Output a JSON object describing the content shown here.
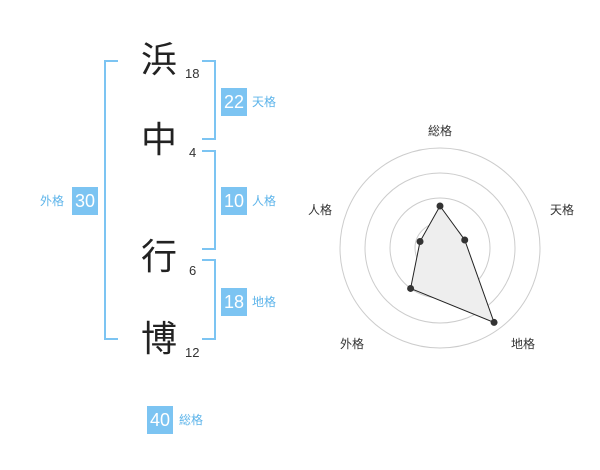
{
  "name_chars": [
    {
      "char": "浜",
      "strokes": "18"
    },
    {
      "char": "中",
      "strokes": "4"
    },
    {
      "char": "行",
      "strokes": "6"
    },
    {
      "char": "博",
      "strokes": "12"
    }
  ],
  "fortunes": {
    "tenkaku": {
      "label": "天格",
      "value": "22"
    },
    "jinkaku": {
      "label": "人格",
      "value": "10"
    },
    "chikaku": {
      "label": "地格",
      "value": "18"
    },
    "gaikaku": {
      "label": "外格",
      "value": "30"
    },
    "soukaku": {
      "label": "総格",
      "value": "40"
    }
  },
  "radar": {
    "axes": [
      "総格",
      "天格",
      "地格",
      "外格",
      "人格"
    ],
    "values": [
      0.42,
      0.26,
      0.92,
      0.5,
      0.21
    ],
    "colors": {
      "ring": "#cccccc",
      "fill": "#eeeeee",
      "line": "#222222",
      "point": "#333333"
    }
  },
  "colors": {
    "accent": "#7cc4f2",
    "label": "#5db4ea"
  }
}
